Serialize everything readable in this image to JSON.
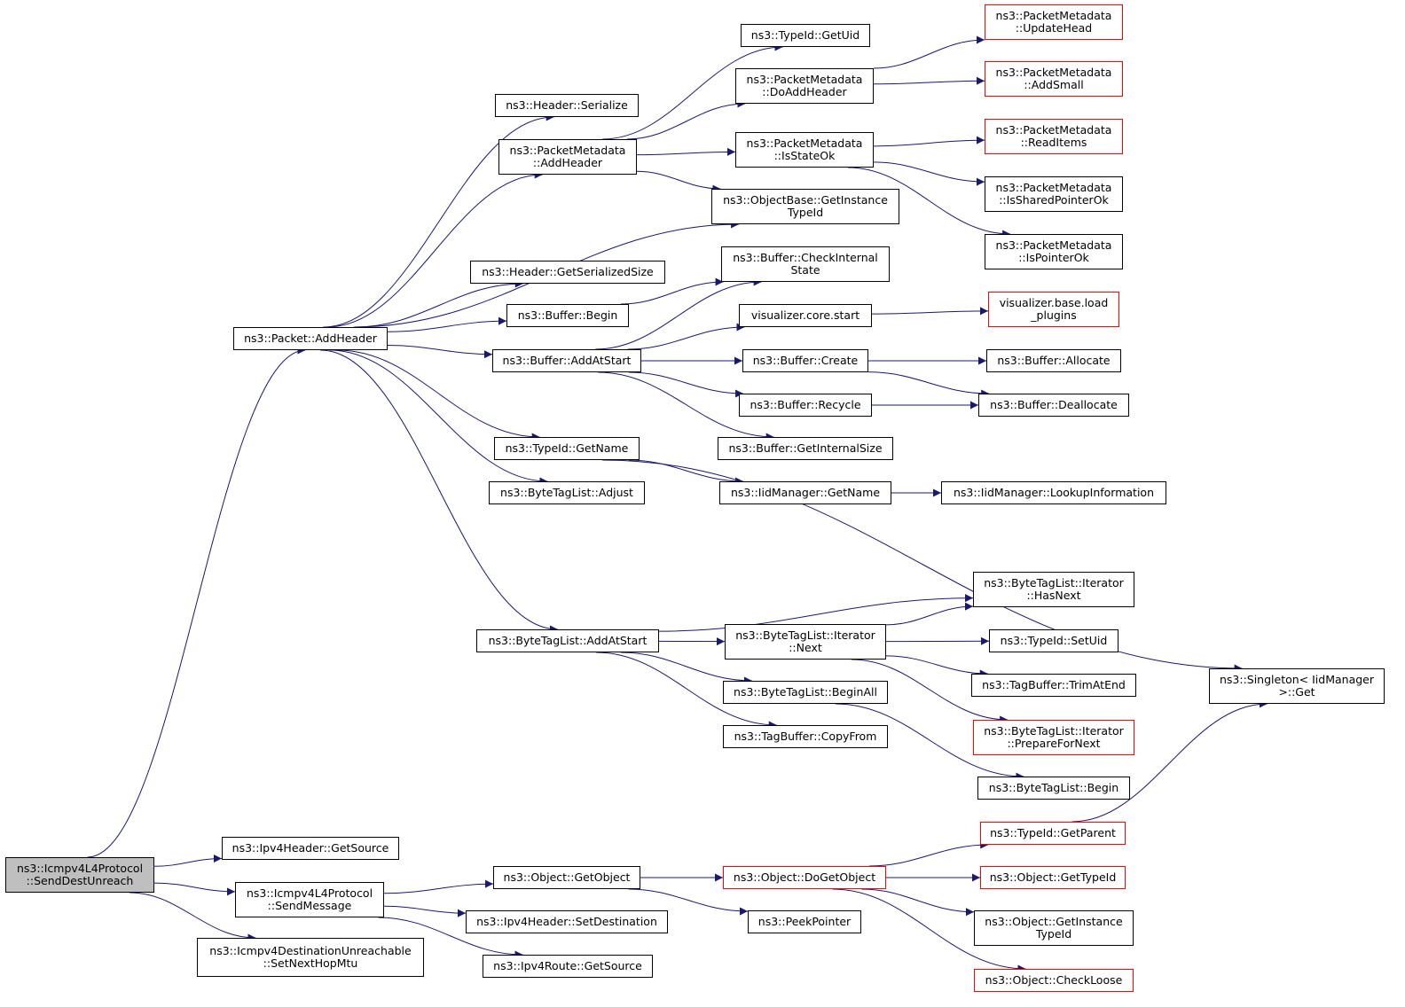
{
  "colors": {
    "edge": "#191970",
    "node_border": "#000000",
    "incomplete_border": "#ff0000",
    "root_fill": "#bfbfbf"
  },
  "nodes": {
    "n1": {
      "lines": [
        "ns3::Icmpv4L4Protocol",
        "::SendDestUnreach"
      ],
      "root": true
    },
    "n2": {
      "lines": [
        "ns3::Packet::AddHeader"
      ]
    },
    "n3": {
      "lines": [
        "ns3::Ipv4Header::GetSource"
      ]
    },
    "n4": {
      "lines": [
        "ns3::Icmpv4L4Protocol",
        "::SendMessage"
      ]
    },
    "n5": {
      "lines": [
        "ns3::Icmpv4DestinationUnreachable",
        "::SetNextHopMtu"
      ]
    },
    "n6": {
      "lines": [
        "ns3::Header::Serialize"
      ]
    },
    "n7": {
      "lines": [
        "ns3::PacketMetadata",
        "::AddHeader"
      ]
    },
    "n8": {
      "lines": [
        "ns3::ObjectBase::GetInstance",
        "TypeId"
      ]
    },
    "n9": {
      "lines": [
        "ns3::Header::GetSerializedSize"
      ]
    },
    "n10": {
      "lines": [
        "ns3::Buffer::Begin"
      ]
    },
    "n11": {
      "lines": [
        "ns3::Buffer::AddAtStart"
      ]
    },
    "n12": {
      "lines": [
        "ns3::TypeId::GetName"
      ]
    },
    "n13": {
      "lines": [
        "ns3::ByteTagList::Adjust"
      ]
    },
    "n14": {
      "lines": [
        "ns3::ByteTagList::AddAtStart"
      ]
    },
    "n15": {
      "lines": [
        "ns3::TypeId::GetUid"
      ]
    },
    "n16": {
      "lines": [
        "ns3::PacketMetadata",
        "::DoAddHeader"
      ]
    },
    "n17": {
      "lines": [
        "ns3::PacketMetadata",
        "::IsStateOk"
      ]
    },
    "n18": {
      "lines": [
        "ns3::PacketMetadata",
        "::UpdateHead"
      ],
      "incomplete": true
    },
    "n19": {
      "lines": [
        "ns3::PacketMetadata",
        "::AddSmall"
      ],
      "incomplete": true
    },
    "n20": {
      "lines": [
        "ns3::PacketMetadata",
        "::ReadItems"
      ],
      "incomplete": true
    },
    "n21": {
      "lines": [
        "ns3::PacketMetadata",
        "::IsSharedPointerOk"
      ]
    },
    "n22": {
      "lines": [
        "ns3::PacketMetadata",
        "::IsPointerOk"
      ]
    },
    "n23": {
      "lines": [
        "ns3::Buffer::CheckInternal",
        "State"
      ]
    },
    "n24": {
      "lines": [
        "visualizer.core.start"
      ]
    },
    "n25": {
      "lines": [
        "ns3::Buffer::Create"
      ]
    },
    "n26": {
      "lines": [
        "ns3::Buffer::Recycle"
      ]
    },
    "n27": {
      "lines": [
        "ns3::Buffer::GetInternalSize"
      ]
    },
    "n28": {
      "lines": [
        "visualizer.base.load",
        "_plugins"
      ],
      "incomplete": true
    },
    "n29": {
      "lines": [
        "ns3::Buffer::Allocate"
      ]
    },
    "n30": {
      "lines": [
        "ns3::Buffer::Deallocate"
      ]
    },
    "n31": {
      "lines": [
        "ns3::IidManager::GetName"
      ]
    },
    "n32": {
      "lines": [
        "ns3::IidManager::LookupInformation"
      ]
    },
    "n33": {
      "lines": [
        "ns3::ByteTagList::Iterator",
        "::HasNext"
      ]
    },
    "n34": {
      "lines": [
        "ns3::ByteTagList::Iterator",
        "::Next"
      ]
    },
    "n35": {
      "lines": [
        "ns3::TypeId::SetUid"
      ]
    },
    "n36": {
      "lines": [
        "ns3::TagBuffer::TrimAtEnd"
      ]
    },
    "n37": {
      "lines": [
        "ns3::ByteTagList::Iterator",
        "::PrepareForNext"
      ],
      "incomplete": true
    },
    "n38": {
      "lines": [
        "ns3::ByteTagList::BeginAll"
      ]
    },
    "n39": {
      "lines": [
        "ns3::TagBuffer::CopyFrom"
      ]
    },
    "n40": {
      "lines": [
        "ns3::ByteTagList::Begin"
      ]
    },
    "n41": {
      "lines": [
        "ns3::Singleton< IidManager",
        " >::Get"
      ]
    },
    "n42": {
      "lines": [
        "ns3::Object::GetObject"
      ]
    },
    "n43": {
      "lines": [
        "ns3::Ipv4Header::SetDestination"
      ]
    },
    "n44": {
      "lines": [
        "ns3::Ipv4Route::GetSource"
      ]
    },
    "n45": {
      "lines": [
        "ns3::Object::DoGetObject"
      ],
      "incomplete": true
    },
    "n46": {
      "lines": [
        "ns3::PeekPointer"
      ]
    },
    "n47": {
      "lines": [
        "ns3::TypeId::GetParent"
      ],
      "incomplete": true
    },
    "n48": {
      "lines": [
        "ns3::Object::GetTypeId"
      ],
      "incomplete": true
    },
    "n49": {
      "lines": [
        "ns3::Object::GetInstance",
        "TypeId"
      ]
    },
    "n50": {
      "lines": [
        "ns3::Object::CheckLoose"
      ],
      "incomplete": true
    }
  },
  "edges": [
    [
      "n1",
      "n2"
    ],
    [
      "n1",
      "n3"
    ],
    [
      "n1",
      "n4"
    ],
    [
      "n1",
      "n5"
    ],
    [
      "n2",
      "n6"
    ],
    [
      "n2",
      "n7"
    ],
    [
      "n2",
      "n8"
    ],
    [
      "n2",
      "n9"
    ],
    [
      "n2",
      "n10"
    ],
    [
      "n2",
      "n11"
    ],
    [
      "n2",
      "n12"
    ],
    [
      "n2",
      "n13"
    ],
    [
      "n2",
      "n14"
    ],
    [
      "n7",
      "n15"
    ],
    [
      "n7",
      "n16"
    ],
    [
      "n7",
      "n17"
    ],
    [
      "n7",
      "n8"
    ],
    [
      "n16",
      "n18"
    ],
    [
      "n16",
      "n19"
    ],
    [
      "n17",
      "n20"
    ],
    [
      "n17",
      "n21"
    ],
    [
      "n17",
      "n22"
    ],
    [
      "n10",
      "n23"
    ],
    [
      "n11",
      "n23"
    ],
    [
      "n11",
      "n24"
    ],
    [
      "n11",
      "n25"
    ],
    [
      "n11",
      "n26"
    ],
    [
      "n11",
      "n27"
    ],
    [
      "n24",
      "n28"
    ],
    [
      "n25",
      "n29"
    ],
    [
      "n25",
      "n30"
    ],
    [
      "n26",
      "n30"
    ],
    [
      "n12",
      "n31"
    ],
    [
      "n12",
      "n41"
    ],
    [
      "n31",
      "n32"
    ],
    [
      "n14",
      "n33"
    ],
    [
      "n14",
      "n34"
    ],
    [
      "n14",
      "n38"
    ],
    [
      "n14",
      "n39"
    ],
    [
      "n34",
      "n33"
    ],
    [
      "n34",
      "n35"
    ],
    [
      "n34",
      "n36"
    ],
    [
      "n34",
      "n37"
    ],
    [
      "n38",
      "n40"
    ],
    [
      "n4",
      "n42"
    ],
    [
      "n4",
      "n43"
    ],
    [
      "n4",
      "n44"
    ],
    [
      "n42",
      "n45"
    ],
    [
      "n42",
      "n46"
    ],
    [
      "n45",
      "n47"
    ],
    [
      "n45",
      "n48"
    ],
    [
      "n45",
      "n49"
    ],
    [
      "n45",
      "n50"
    ],
    [
      "n47",
      "n41"
    ]
  ]
}
